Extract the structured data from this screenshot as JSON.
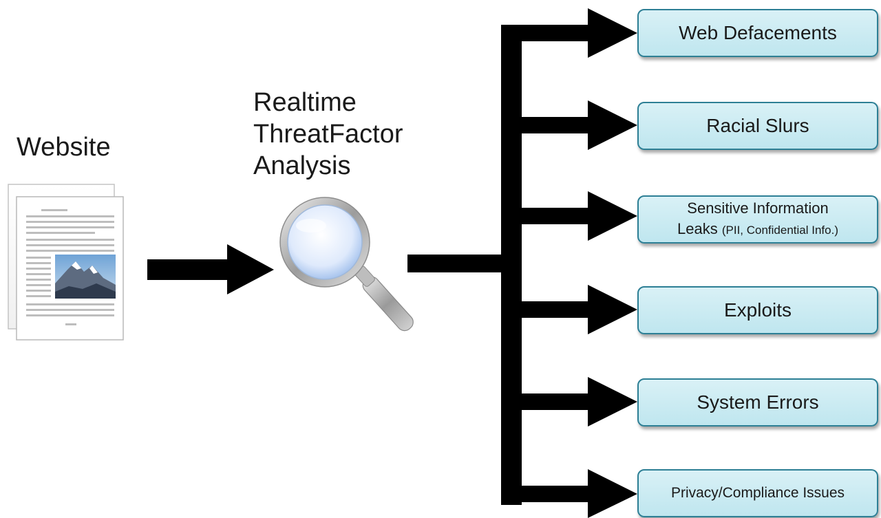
{
  "diagram": {
    "source_label": "Website",
    "process_label_lines": [
      "Realtime",
      "ThreatFactor",
      "Analysis"
    ],
    "outcomes": [
      {
        "id": "web-defacements",
        "label": "Web Defacements"
      },
      {
        "id": "racial-slurs",
        "label": "Racial Slurs"
      },
      {
        "id": "sensitive-information-leaks",
        "label_line1": "Sensitive Information",
        "label_line2_main": "Leaks",
        "label_line2_note": "(PII, Confidential Info.)"
      },
      {
        "id": "exploits",
        "label": "Exploits"
      },
      {
        "id": "system-errors",
        "label": "System Errors"
      },
      {
        "id": "privacy-compliance-issues",
        "label": "Privacy/Compliance Issues"
      }
    ]
  },
  "icons": {
    "source": "document-pages-icon",
    "process": "magnifying-glass-icon"
  },
  "colors": {
    "arrow": "#000000",
    "box_fill": "#c8ebf2",
    "box_border": "#2d7f95",
    "text": "#1a1a1a"
  }
}
